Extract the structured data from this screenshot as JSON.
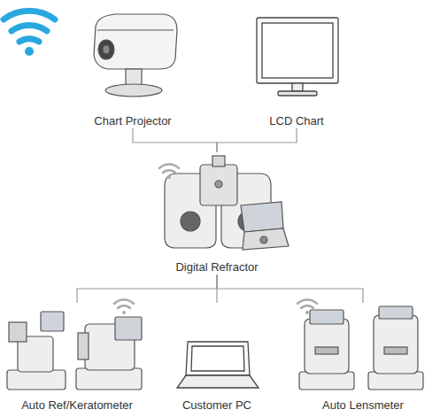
{
  "diagram": {
    "nodes": [
      {
        "text": [
          "Chart Projector"
        ]
      },
      {
        "text": [
          "LCD Chart"
        ]
      },
      {
        "text": [
          "Digital Refractor"
        ]
      },
      {
        "text": [
          "Auto Ref/Keratometer"
        ]
      },
      {
        "text": [
          "Customer PC"
        ]
      },
      {
        "text": [
          "Auto Lensmeter"
        ]
      }
    ],
    "edges": [
      {
        "from": 0,
        "to": 2,
        "arrow": "none"
      },
      {
        "from": 1,
        "to": 2,
        "arrow": "none"
      },
      {
        "from": 2,
        "to": 3,
        "arrow": "none"
      },
      {
        "from": 2,
        "to": 4,
        "arrow": "none"
      },
      {
        "from": 2,
        "to": 5,
        "arrow": "none"
      }
    ]
  }
}
